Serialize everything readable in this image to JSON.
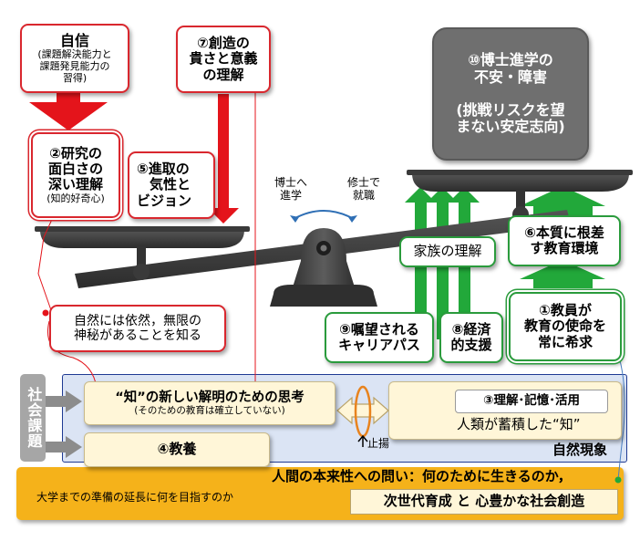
{
  "colors": {
    "red": "#e4141b",
    "green": "#22a83a",
    "gray_box": "#6f6f6f",
    "beam": "#3d3d3d",
    "blue_panel": "#dbe4f4",
    "orange_band": "#f5b21a",
    "cream": "#fff6d8",
    "social_gray": "#a6a6a6"
  },
  "jishin": {
    "title": "自信",
    "sub1": "(課題解決能力と",
    "sub2": "課題発見能力の",
    "sub3": "習得)"
  },
  "node2": {
    "line1": "②研究の",
    "line2": "面白さの",
    "line3": "深い理解",
    "line4": "(知的好奇心)"
  },
  "node5": {
    "line1": "⑤進取の",
    "line2": "気性と",
    "line3": "ビジョン"
  },
  "node7": {
    "line1": "⑦創造の",
    "line2": "貴さと意義",
    "line3": "の理解"
  },
  "node10": {
    "line1": "⑩博士進学の",
    "line2": "不安・障害",
    "line3": "(挑戦リスクを望",
    "line4": "まない安定志向)"
  },
  "scale": {
    "left_label1": "博士へ",
    "left_label2": "進学",
    "right_label1": "修士で",
    "right_label2": "就職"
  },
  "family": "家族の理解",
  "node6": {
    "line1": "⑥本質に根差",
    "line2": "す教育環境"
  },
  "node1": {
    "line1": "①教員が",
    "line2": "教育の使命を",
    "line3": "常に希求"
  },
  "node9": {
    "line1": "⑨嘱望される",
    "line2": "キャリアパス"
  },
  "node8": {
    "line1": "⑧経済",
    "line2": "的支援"
  },
  "mystery": {
    "line1": "自然には依然，無限の",
    "line2": "神秘があることを知る"
  },
  "social": {
    "label": "社会課題"
  },
  "thinking": {
    "line1": "“知”の新しい解明のための思考",
    "line2": "(そのための教育は確立していない)"
  },
  "node3": {
    "title": "③理解･記憶･活用",
    "sub": "人類が蓄積した“知”"
  },
  "shiyo": "止揚",
  "node4": "④教養",
  "nature": "自然現象",
  "question": "人間の本来性への問い：何のために生きるのか，",
  "prep": "大学までの準備の延長に何を目指すのか",
  "next_gen": "次世代育成 と 心豊かな社会創造"
}
